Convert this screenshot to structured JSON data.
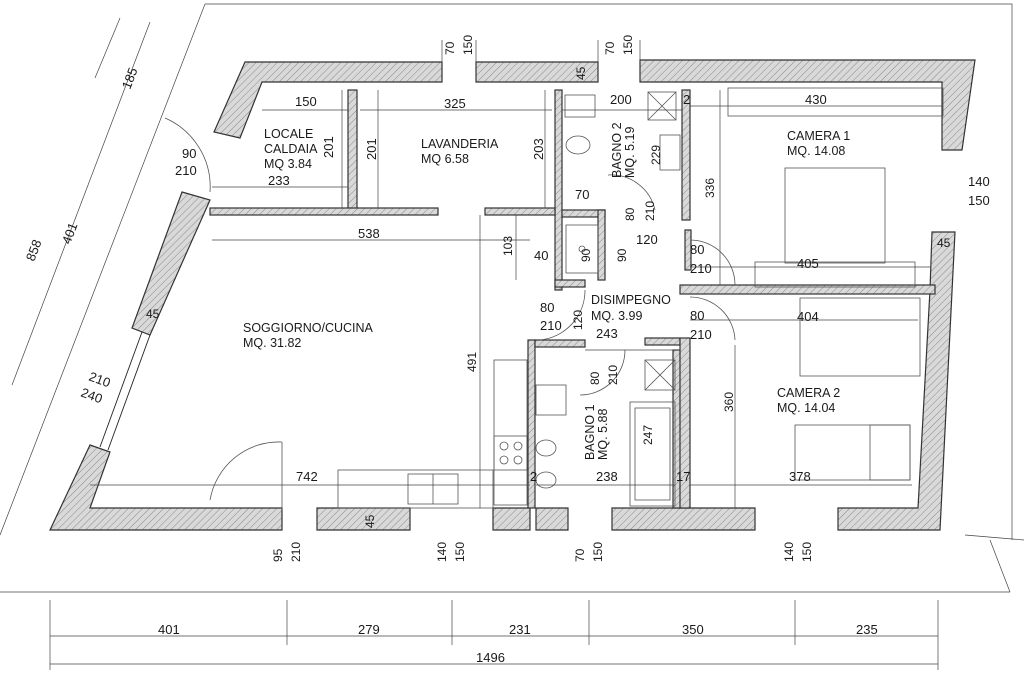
{
  "rooms": {
    "locale_caldaia": {
      "line1": "LOCALE",
      "line2": "CALDAIA",
      "area": "MQ 3.84"
    },
    "lavanderia": {
      "name": "LAVANDERIA",
      "area": "MQ 6.58"
    },
    "bagno2": {
      "name": "BAGNO 2",
      "area": "MQ. 5.19"
    },
    "camera1": {
      "name": "CAMERA 1",
      "area": "MQ. 14.08"
    },
    "soggiorno": {
      "name": "SOGGIORNO/CUCINA",
      "area": "MQ. 31.82"
    },
    "disimpegno": {
      "name": "DISIMPEGNO",
      "area": "MQ. 3.99"
    },
    "bagno1": {
      "name": "BAGNO 1",
      "area": "MQ. 5.88"
    },
    "camera2": {
      "name": "CAMERA 2",
      "area": "MQ. 14.04"
    }
  },
  "dims": {
    "d150_caldaia": "150",
    "d201_caldaia": "201",
    "d233": "233",
    "d90": "90",
    "d210_left": "210",
    "d325": "325",
    "d201_lav": "201",
    "d203": "203",
    "d538": "538",
    "d70_top1": "70",
    "d150_top1": "150",
    "d70_top2": "70",
    "d150_top2": "150",
    "d45_top": "45",
    "d200": "200",
    "d2_top": "2",
    "d229": "229",
    "d70_b2": "70",
    "d80_b2": "80",
    "d210_b2": "210",
    "d103": "103",
    "d40": "40",
    "d90_sh": "90",
    "d90_b": "90",
    "d120_a": "120",
    "d80_c1": "80",
    "d210_c1": "210",
    "d430": "430",
    "d336": "336",
    "d405": "405",
    "d140_r": "140",
    "d150_r": "150",
    "d45_r": "45",
    "d80_dis": "80",
    "d210_dis": "210",
    "d120_dis": "120",
    "d243": "243",
    "d80_c2": "80",
    "d210_c2": "210",
    "d404": "404",
    "d491": "491",
    "d80_b1": "80",
    "d210_b1": "210",
    "d247": "247",
    "d360": "360",
    "d742": "742",
    "d2_b1": "2",
    "d238": "238",
    "d17": "17",
    "d378": "378",
    "d45_bot": "45",
    "d95": "95",
    "d210_bot": "210",
    "d140_b1": "140",
    "d150_b1": "150",
    "d70_b": "70",
    "d150_b": "150",
    "d140_b2": "140",
    "d150_b2": "150",
    "d45_left": "45",
    "d210_w": "210",
    "d240_w": "240",
    "d185": "185",
    "d401_diag": "401",
    "d858": "858"
  },
  "bottom_dims": {
    "seg1": "401",
    "seg2": "279",
    "seg3": "231",
    "seg4": "350",
    "seg5": "235",
    "total": "1496"
  }
}
